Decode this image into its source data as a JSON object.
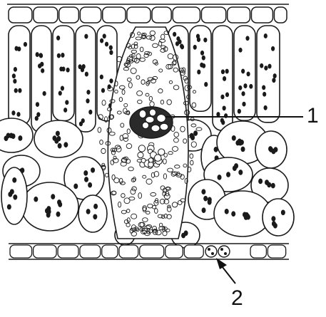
{
  "diagram": {
    "labels": [
      {
        "id": "label-1",
        "text": "1"
      },
      {
        "id": "label-2",
        "text": "2"
      }
    ]
  }
}
